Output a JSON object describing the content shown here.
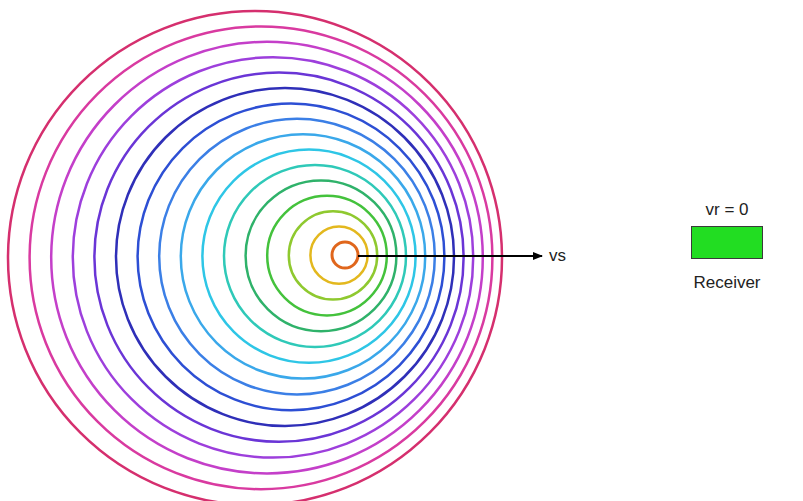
{
  "diagram": {
    "nodes": [
      {
        "text": [
          "vr = 0",
          "Receiver"
        ]
      }
    ],
    "labels": [
      "vs"
    ]
  }
}
